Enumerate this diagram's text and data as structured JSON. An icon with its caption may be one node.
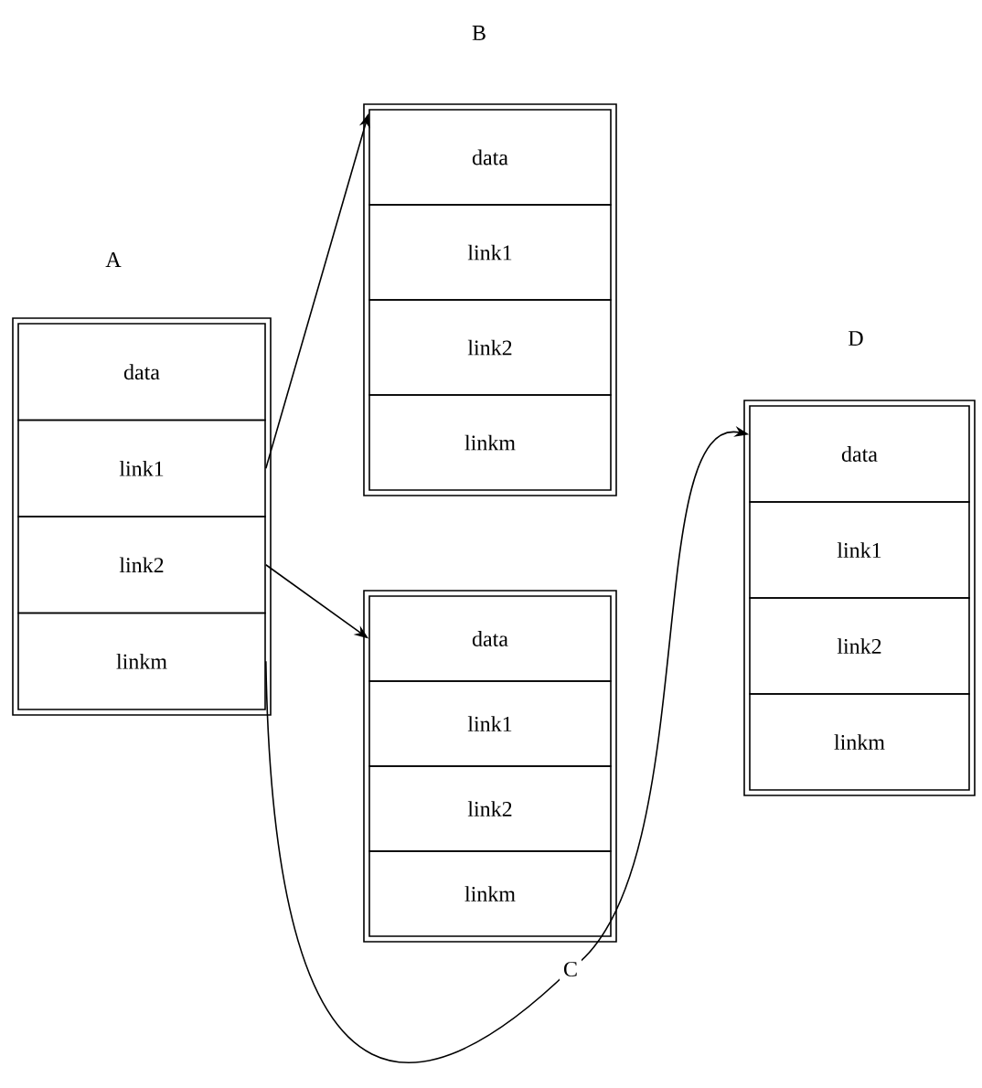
{
  "diagram": {
    "nodes": [
      {
        "text": [
          "A"
        ]
      },
      {
        "text": [
          "data"
        ],
        "in": 0
      },
      {
        "text": [
          "link1"
        ],
        "in": 0
      },
      {
        "text": [
          "link2"
        ],
        "in": 0
      },
      {
        "text": [
          "linkm"
        ],
        "in": 0
      },
      {
        "text": [
          "B"
        ]
      },
      {
        "text": [
          "data"
        ],
        "in": 5
      },
      {
        "text": [
          "link1"
        ],
        "in": 5
      },
      {
        "text": [
          "link2"
        ],
        "in": 5
      },
      {
        "text": [
          "linkm"
        ],
        "in": 5
      },
      {
        "text": [],
        "shape": "box"
      },
      {
        "text": [
          "data"
        ],
        "in": 10
      },
      {
        "text": [
          "link1"
        ],
        "in": 10
      },
      {
        "text": [
          "link2"
        ],
        "in": 10
      },
      {
        "text": [
          "linkm"
        ],
        "in": 10
      },
      {
        "text": [
          "D"
        ]
      },
      {
        "text": [
          "data"
        ],
        "in": 15
      },
      {
        "text": [
          "link1"
        ],
        "in": 15
      },
      {
        "text": [
          "link2"
        ],
        "in": 15
      },
      {
        "text": [
          "linkm"
        ],
        "in": 15
      }
    ],
    "edges": [
      {
        "from": 2,
        "to": 6,
        "arrow": "to"
      },
      {
        "from": 3,
        "to": 11,
        "arrow": "to"
      },
      {
        "from": 4,
        "to": 16,
        "arrow": "to",
        "label": "C"
      }
    ]
  }
}
